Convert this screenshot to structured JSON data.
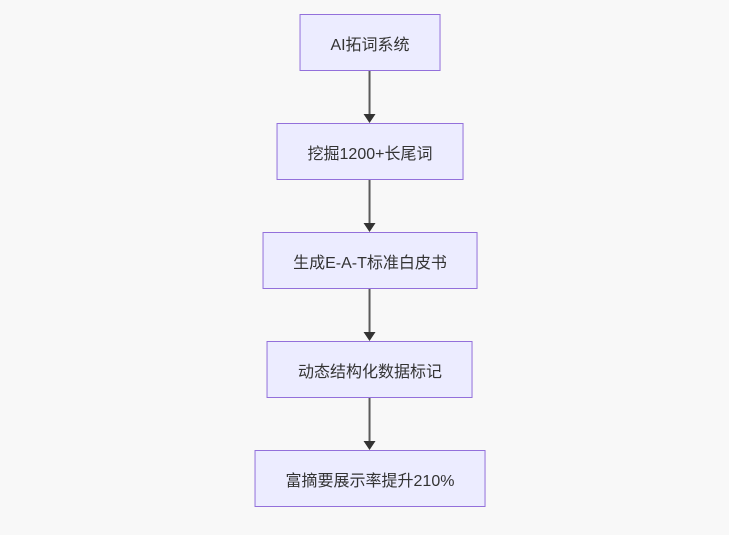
{
  "flowchart": {
    "type": "flowchart-vertical",
    "nodes": [
      {
        "id": "node-1",
        "label": "AI拓词系统"
      },
      {
        "id": "node-2",
        "label": "挖掘1200+长尾词"
      },
      {
        "id": "node-3",
        "label": "生成E-A-T标准白皮书"
      },
      {
        "id": "node-4",
        "label": "动态结构化数据标记"
      },
      {
        "id": "node-5",
        "label": "富摘要展示率提升210%"
      }
    ],
    "edges": [
      {
        "from": "node-1",
        "to": "node-2",
        "style": "arrow-down"
      },
      {
        "from": "node-2",
        "to": "node-3",
        "style": "arrow-down"
      },
      {
        "from": "node-3",
        "to": "node-4",
        "style": "arrow-down"
      },
      {
        "from": "node-4",
        "to": "node-5",
        "style": "arrow-down"
      }
    ],
    "colors": {
      "node_fill": "#ececff",
      "node_border": "#9370db",
      "node_text": "#333333",
      "edge_line": "#5b5b5b",
      "edge_arrowhead": "#333333",
      "canvas_background": "#f8f8f8"
    }
  }
}
